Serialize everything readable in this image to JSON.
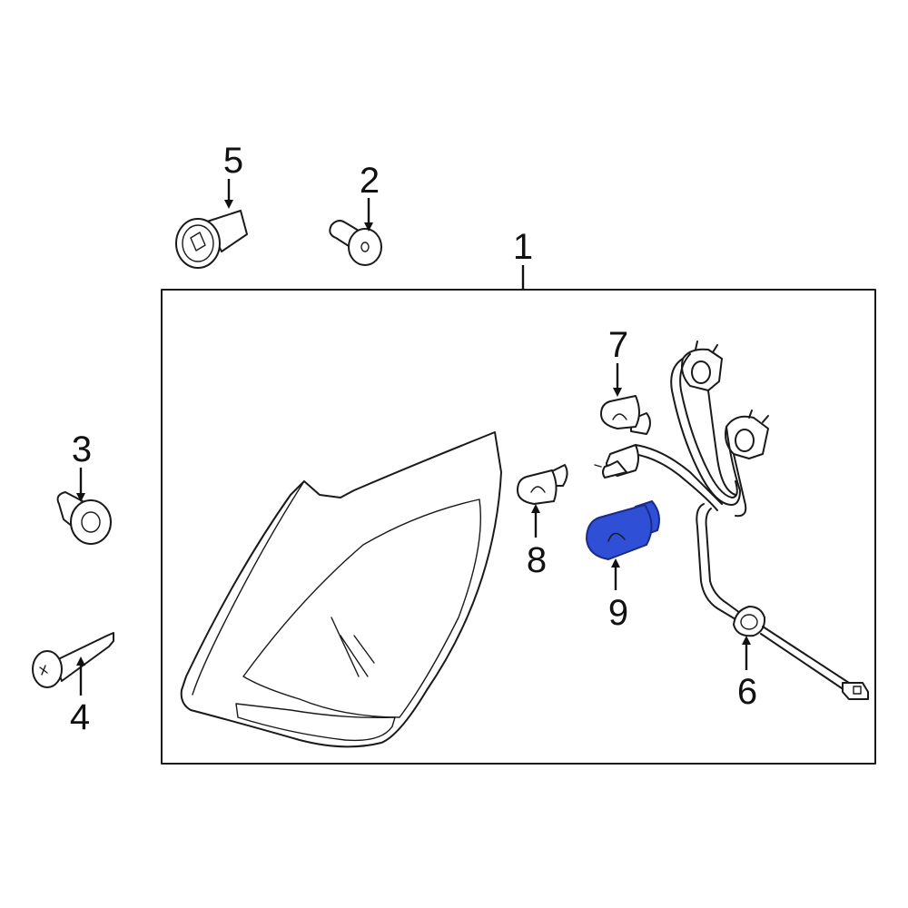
{
  "callouts": {
    "c1": "1",
    "c2": "2",
    "c3": "3",
    "c4": "4",
    "c5": "5",
    "c6": "6",
    "c7": "7",
    "c8": "8",
    "c9": "9"
  },
  "colors": {
    "line": "#1a1a1a",
    "highlight_fill": "#2f4fd6",
    "highlight_stroke": "#1a2a8a",
    "background": "#ffffff"
  }
}
